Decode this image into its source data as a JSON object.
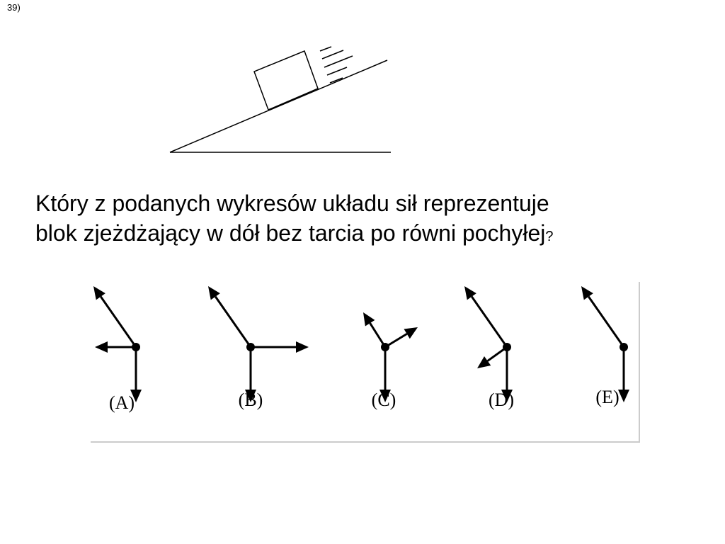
{
  "question_number": "39)",
  "question": {
    "line1": "Który z podanych  wykresów układu sił reprezentuje",
    "line2": "blok zjeżdżający w dół bez tarcia po równi pochyłej",
    "mark": "?"
  },
  "options": [
    {
      "label": "(A)",
      "arrows": [
        "up-left",
        "left",
        "down"
      ]
    },
    {
      "label": "(B)",
      "arrows": [
        "up-left",
        "right",
        "down"
      ]
    },
    {
      "label": "(C)",
      "arrows": [
        "up-left",
        "up-right",
        "down"
      ]
    },
    {
      "label": "(D)",
      "arrows": [
        "up-left",
        "down-left",
        "down"
      ]
    },
    {
      "label": "(E)",
      "arrows": [
        "up-left",
        "down"
      ]
    }
  ],
  "colors": {
    "ink": "#000000",
    "background": "#ffffff"
  }
}
